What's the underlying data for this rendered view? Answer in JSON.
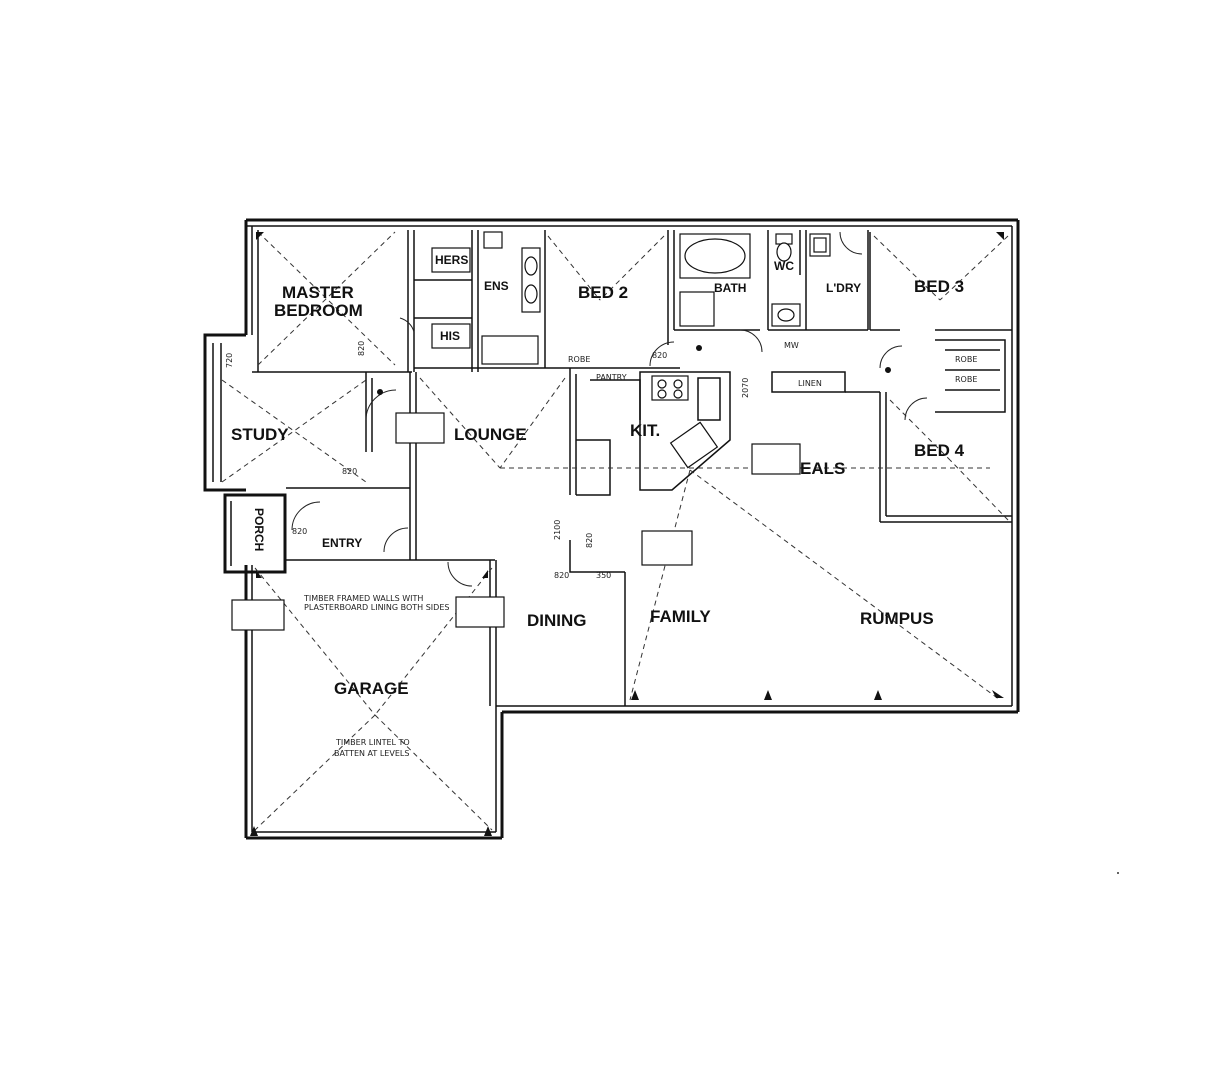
{
  "rooms": {
    "master": [
      "MASTER",
      "BEDROOM"
    ],
    "ens": "ENS",
    "hers": "HERS",
    "his": "HIS",
    "bed2": "BED 2",
    "bath": "BATH",
    "wc": "WC",
    "ldry": "L'DRY",
    "bed3": "BED 3",
    "bed4": "BED 4",
    "study": "STUDY",
    "lounge": "LOUNGE",
    "kit": "KIT.",
    "meals": "EALS",
    "porch": "PORCH",
    "entry": "ENTRY",
    "dining": "DINING",
    "family": "FAMILY",
    "rumpus": "RUMPUS",
    "garage": "GARAGE"
  },
  "fixtures": {
    "robe": "ROBE",
    "linen": "LINEN",
    "pantry": "PANTRY",
    "mw": "MW"
  },
  "notes": {
    "garage_walls": [
      "TIMBER FRAMED WALLS WITH",
      "PLASTERBOARD LINING BOTH SIDES"
    ],
    "garage_lintel": [
      "TIMBER LINTEL TO",
      "BATTEN AT LEVELS"
    ]
  },
  "dimensions": [
    "820",
    "820",
    "820",
    "820",
    "820",
    "720",
    "2100",
    "2070",
    "820",
    "350"
  ]
}
